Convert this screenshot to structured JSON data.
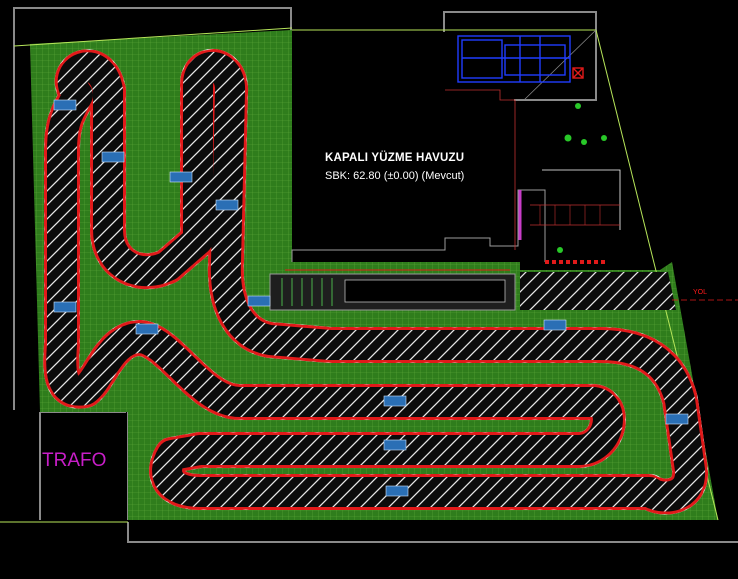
{
  "drawing": {
    "type": "CAD site plan - karting track",
    "labels": {
      "pool_title": "KAPALI YÜZME HAVUZU",
      "pool_elevation": "SBK: 62.80 (±0.00) (Mevcut)",
      "transformer": "TRAFO",
      "road": "YOL"
    },
    "colors": {
      "background": "#000000",
      "grass_hatch": "#2f7d1c",
      "track_surface": "#0b0b0b",
      "track_hatch": "#e6e6e6",
      "kerb_red": "#e11a1a",
      "kerb_white": "#ffffff",
      "pool_label": "#ffffff",
      "transformer_label": "#c81ec8",
      "road_label": "#ff1a1a",
      "building_outline": "#8a8a8a",
      "blue_structure": "#1f3dff"
    }
  }
}
